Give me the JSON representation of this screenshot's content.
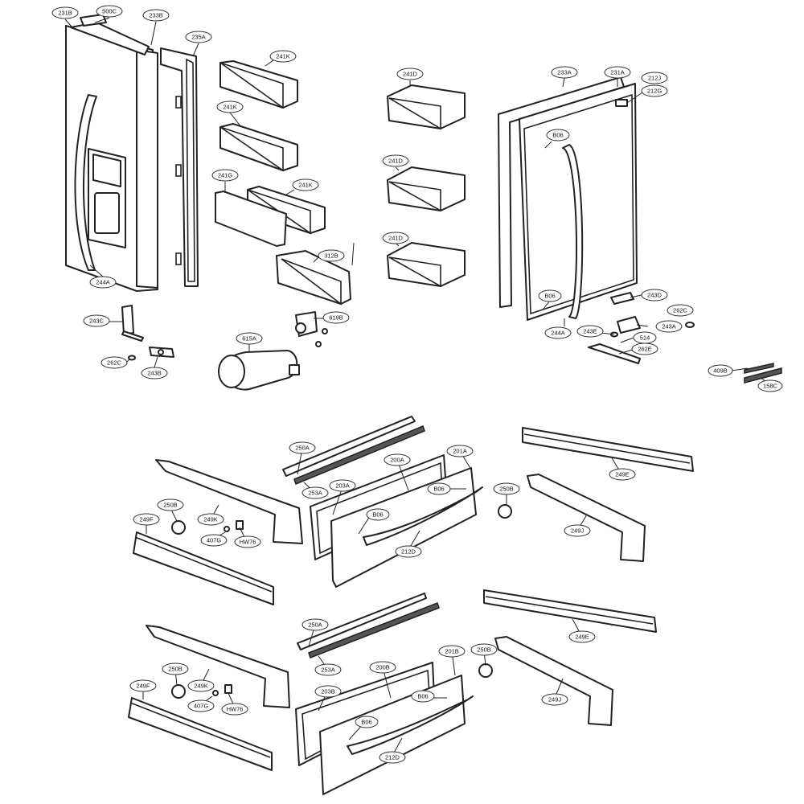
{
  "callouts": {
    "c231B": "231B",
    "c500C": "500C",
    "c233B": "233B",
    "c235A": "235A",
    "c244A_left": "244A",
    "c241K_1": "241K",
    "c241K_2": "241K",
    "c241K_3": "241K",
    "c241G": "241G",
    "c312B": "312B",
    "c619B": "619B",
    "c615A": "615A",
    "c243C": "243C",
    "c262C_left": "262C",
    "c243B": "243B",
    "c241D_1": "241D",
    "c241D_2": "241D",
    "c241D_3": "241D",
    "c233A": "233A",
    "c231A": "231A",
    "c212J": "212J",
    "c212G": "212G",
    "cB06_door_top": "B06",
    "cB06_door_bottom": "B06",
    "c244A_right": "244A",
    "c243D": "243D",
    "c262C_right": "262C",
    "c243A": "243A",
    "c243E": "243E",
    "c514": "514",
    "c262E": "262E",
    "c409B": "409B",
    "c158C": "158C",
    "c250A_1": "250A",
    "c253A_1": "253A",
    "c200A": "200A",
    "c201A": "201A",
    "c203A": "203A",
    "cB06_d1_a": "B06",
    "cB06_d1_b": "B06",
    "c212D_1": "212D",
    "c249E_1": "249E",
    "c250B_r1": "250B",
    "c249J_1": "249J",
    "c250B_l1": "250B",
    "c249K_1": "249K",
    "c249F_1": "249F",
    "c407G_1": "407G",
    "cHW76_1": "HW76",
    "c250A_2": "250A",
    "c253A_2": "253A",
    "c200B": "200B",
    "c201B": "201B",
    "c203B": "203B",
    "cB06_d2_a": "B06",
    "cB06_d2_b": "B06",
    "c212D_2": "212D",
    "c249E_2": "249E",
    "c250B_r2": "250B",
    "c249J_2": "249J",
    "c250B_l2": "250B",
    "c249K_2": "249K",
    "c249F_2": "249F",
    "c407G_2": "407G",
    "cHW76_2": "HW76"
  }
}
